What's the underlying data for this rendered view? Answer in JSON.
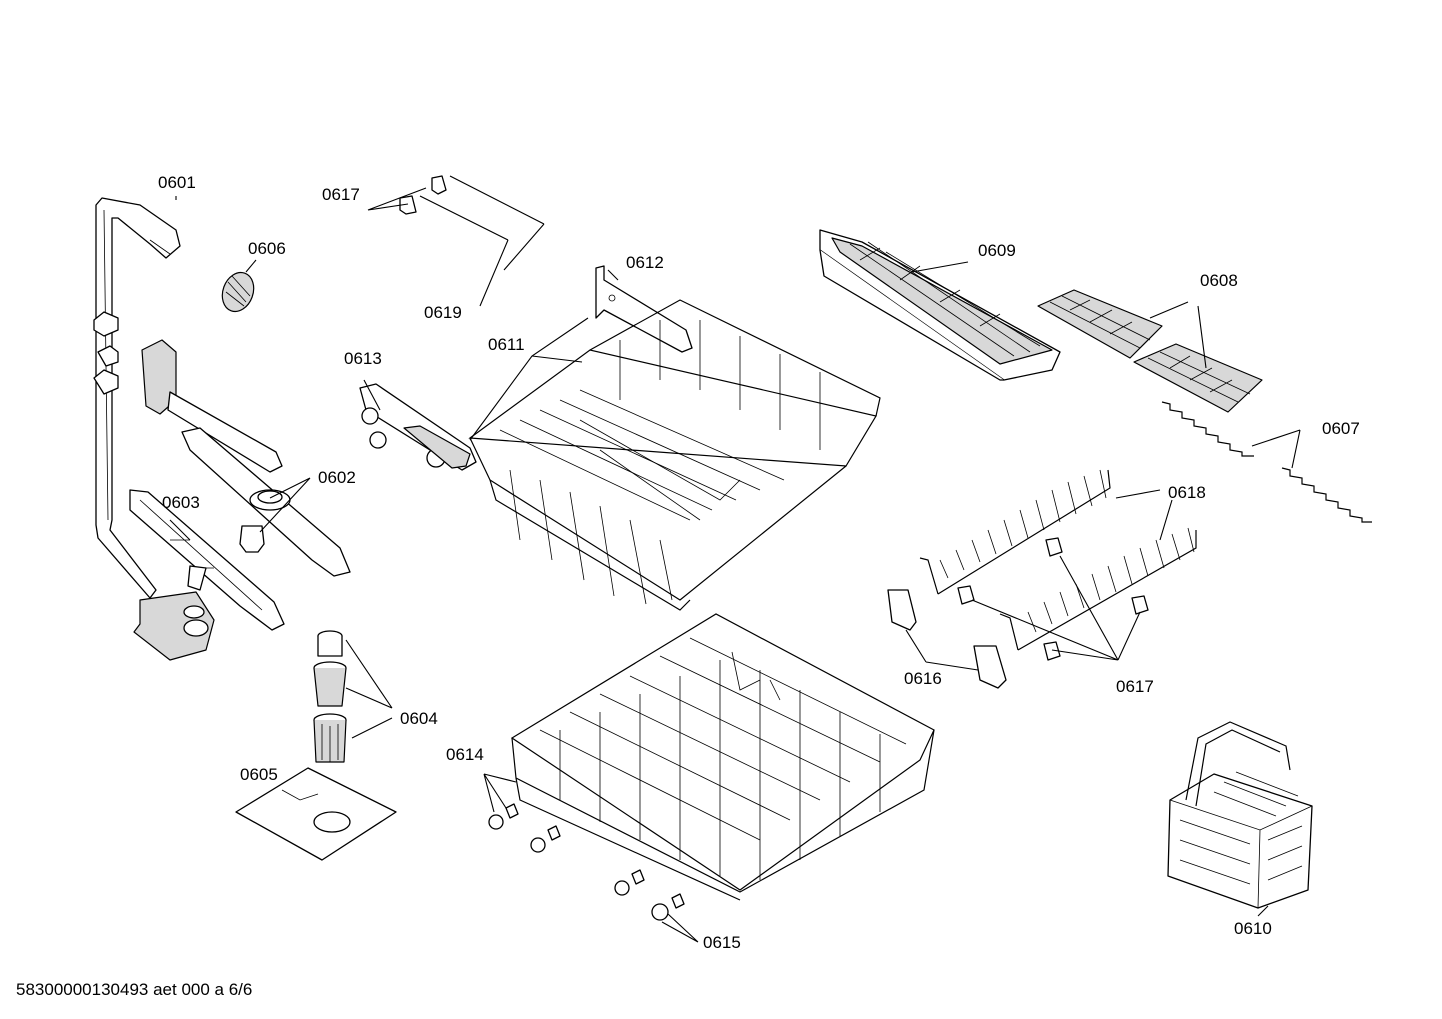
{
  "labels": {
    "p0601": "0601",
    "p0602": "0602",
    "p0603": "0603",
    "p0604": "0604",
    "p0605": "0605",
    "p0606": "0606",
    "p0607": "0607",
    "p0608": "0608",
    "p0609": "0609",
    "p0610": "0610",
    "p0611": "0611",
    "p0612": "0612",
    "p0613": "0613",
    "p0614": "0614",
    "p0615": "0615",
    "p0616": "0616",
    "p0617a": "0617",
    "p0617b": "0617",
    "p0618": "0618",
    "p0619": "0619"
  },
  "footer": "58300000130493 aet 000 a 6/6"
}
